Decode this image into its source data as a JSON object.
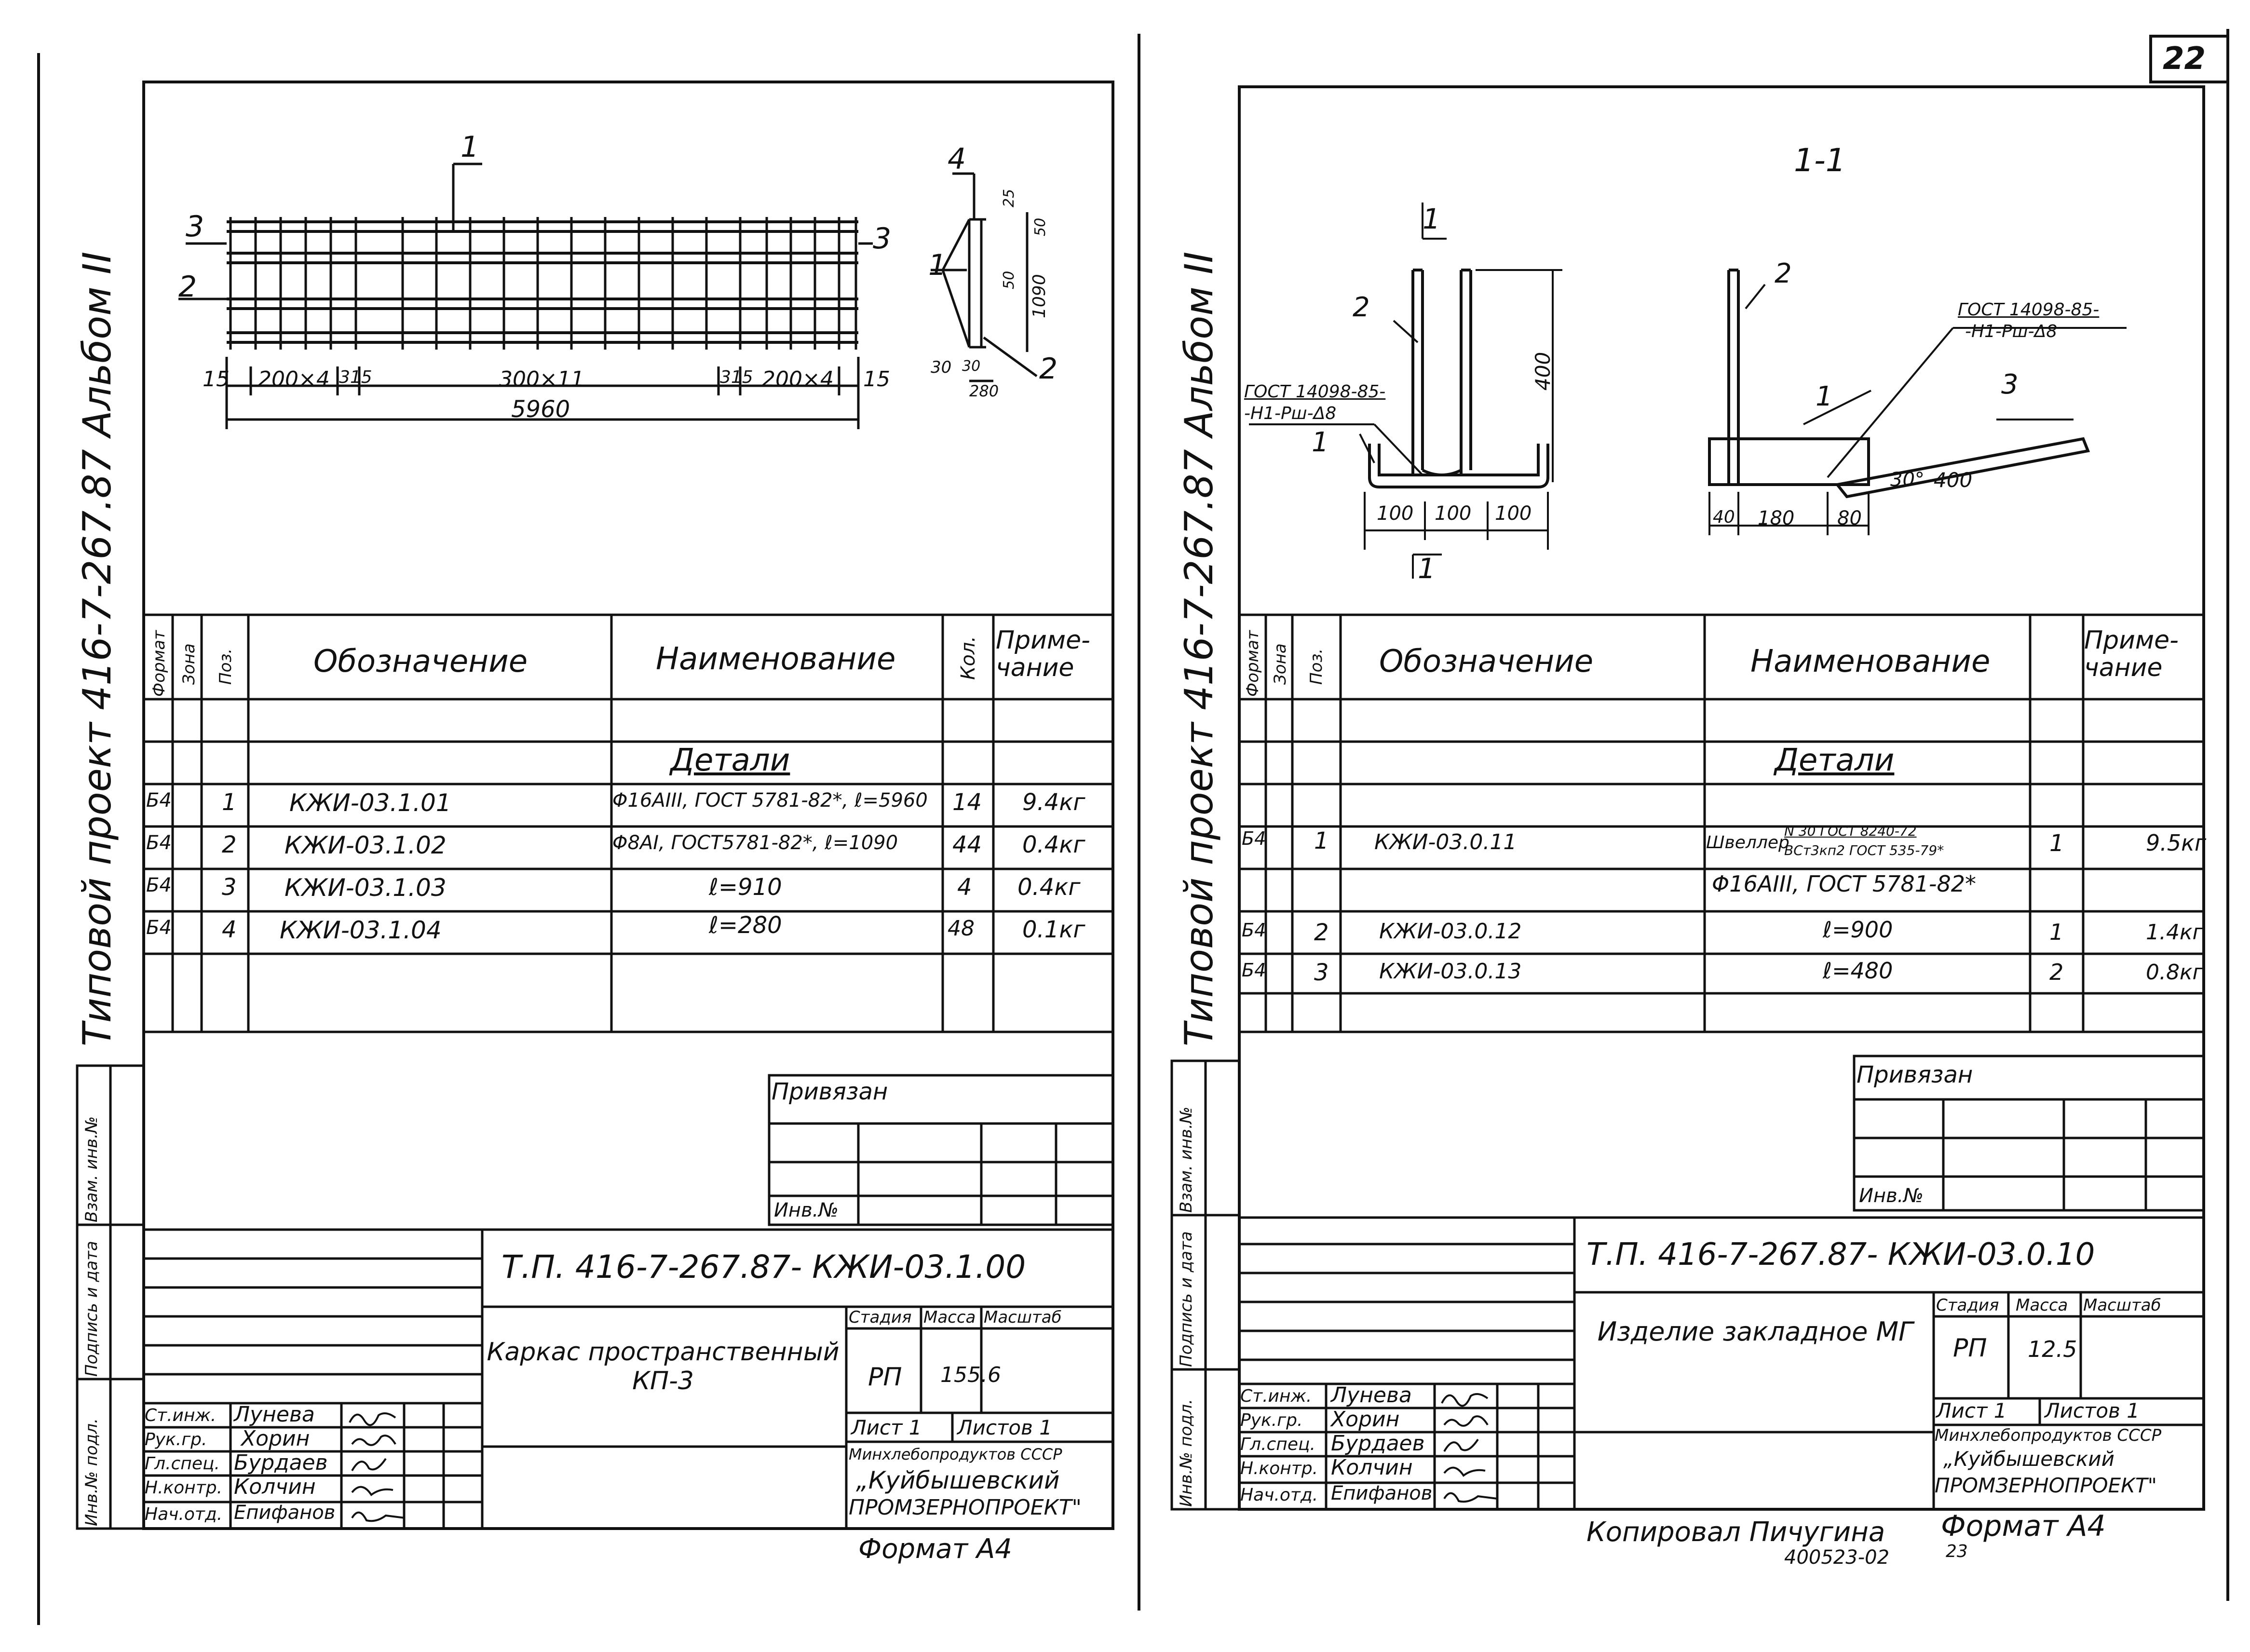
{
  "page_number": "22",
  "left": {
    "side_label": "Типовой проект 416-7-267.87 Альбом II",
    "drawing": {
      "pos1": "1",
      "pos2": "2",
      "pos3": "3",
      "pos3b": "3",
      "pos4": "4",
      "pos1b": "1",
      "pos2b": "2",
      "dims": [
        "15",
        "200×4",
        "315",
        "300×11",
        "315",
        "200×4",
        "15"
      ],
      "total": "5960",
      "side_dims": [
        "25",
        "50",
        "30",
        "50",
        "1090",
        "30",
        "280"
      ]
    },
    "spec": {
      "headers": {
        "format": "Формат",
        "zone": "Зона",
        "pos": "Поз.",
        "designation": "Обозначение",
        "name": "Наименование",
        "qty": "Кол.",
        "note": "Приме-чание"
      },
      "section": "Детали",
      "rows": [
        {
          "format": "Б4",
          "pos": "1",
          "designation": "КЖИ-03.1.01",
          "name": "Φ16АIII, ГОСТ 5781-82*, ℓ=5960",
          "qty": "14",
          "note": "9.4кг"
        },
        {
          "format": "Б4",
          "pos": "2",
          "designation": "КЖИ-03.1.02",
          "name": "Φ8АI, ГОСТ5781-82*, ℓ=1090",
          "qty": "44",
          "note": "0.4кг"
        },
        {
          "format": "Б4",
          "pos": "3",
          "designation": "КЖИ-03.1.03",
          "name": "ℓ=910",
          "qty": "4",
          "note": "0.4кг"
        },
        {
          "format": "Б4",
          "pos": "4",
          "designation": "КЖИ-03.1.04",
          "name": "ℓ=280",
          "qty": "48",
          "note": "0.1кг"
        }
      ]
    },
    "binding": {
      "label": "Привязан",
      "inv": "Инв.№"
    },
    "side_stamp": {
      "inv_orig": "Инв.№ подл.",
      "sign_date": "Подпись и дата",
      "inv_replace": "Взам. инв.№"
    },
    "title_block": {
      "code": "Т.П. 416-7-267.87- КЖИ-03.1.00",
      "name": "Каркас пространственный КП-3",
      "stage_h": "Стадия",
      "mass_h": "Масса",
      "scale_h": "Масштаб",
      "stage": "РП",
      "mass": "155.6",
      "sheet": "Лист 1",
      "sheets": "Листов 1",
      "org": [
        "Минхлебопродуктов СССР",
        "„Куйбышевский",
        "ПРОМЗЕРНОПРОЕКТ\""
      ],
      "people": [
        {
          "role": "Ст.инж.",
          "name": "Лунева"
        },
        {
          "role": "Рук.гр.",
          "name": "Хорин"
        },
        {
          "role": "Гл.спец.",
          "name": "Бурдаев"
        },
        {
          "role": "Н.контр.",
          "name": "Колчин"
        },
        {
          "role": "Нач.отд.",
          "name": "Епифанов"
        }
      ]
    },
    "format": "Формат А4"
  },
  "right": {
    "side_label": "Типовой проект 416-7-267.87 Альбом II",
    "drawing": {
      "section": "1-1",
      "cut": "1",
      "gost_left": [
        "ГОСТ 14098-85-",
        "-Н1-Рш-Δ8"
      ],
      "gost_right": [
        "ГОСТ 14098-85-",
        "-Н1-Рш-Δ8"
      ],
      "pos1": "1",
      "pos2": "2",
      "pos1b": "1",
      "pos2b": "2",
      "pos3": "3",
      "dim400": "400",
      "dims_left": [
        "100",
        "100",
        "100"
      ],
      "dims_right": [
        "40",
        "180",
        "80"
      ],
      "angle": "30°",
      "len400": "400"
    },
    "spec": {
      "headers": {
        "format": "Формат",
        "zone": "Зона",
        "pos": "Поз.",
        "designation": "Обозначение",
        "name": "Наименование",
        "qty": "",
        "note": "Приме-чание"
      },
      "section": "Детали",
      "rows": [
        {
          "format": "Б4",
          "pos": "1",
          "designation": "КЖИ-03.0.11",
          "name": "Швеллер",
          "name_frac": [
            "N 30 ГОСТ 8240-72",
            "ВСт3кп2 ГОСТ 535-79*"
          ],
          "qty": "1",
          "note": "9.5кг"
        },
        {
          "format": "",
          "pos": "",
          "designation": "",
          "name": "Φ16АIII, ГОСТ 5781-82*",
          "qty": "",
          "note": ""
        },
        {
          "format": "Б4",
          "pos": "2",
          "designation": "КЖИ-03.0.12",
          "name": "ℓ=900",
          "qty": "1",
          "note": "1.4кг"
        },
        {
          "format": "Б4",
          "pos": "3",
          "designation": "КЖИ-03.0.13",
          "name": "ℓ=480",
          "qty": "2",
          "note": "0.8кг"
        }
      ]
    },
    "binding": {
      "label": "Привязан",
      "inv": "Инв.№"
    },
    "side_stamp": {
      "inv_orig": "Инв.№ подл.",
      "sign_date": "Подпись и дата",
      "inv_replace": "Взам. инв.№"
    },
    "title_block": {
      "code": "Т.П. 416-7-267.87- КЖИ-03.0.10",
      "name": "Изделие закладное МГ",
      "stage_h": "Стадия",
      "mass_h": "Масса",
      "scale_h": "Масштаб",
      "stage": "РП",
      "mass": "12.5",
      "sheet": "Лист 1",
      "sheets": "Листов 1",
      "org": [
        "Минхлебопродуктов СССР",
        "„Куйбышевский",
        "ПРОМЗЕРНОПРОЕКТ\""
      ],
      "people": [
        {
          "role": "Ст.инж.",
          "name": "Лунева"
        },
        {
          "role": "Рук.гр.",
          "name": "Хорин"
        },
        {
          "role": "Гл.спец.",
          "name": "Бурдаев"
        },
        {
          "role": "Н.контр.",
          "name": "Колчин"
        },
        {
          "role": "Нач.отд.",
          "name": "Епифанов"
        }
      ]
    },
    "copied": "Копировал Пичугина",
    "format": "Формат А4",
    "archive": "400523-02",
    "archive_sheet": "23"
  }
}
